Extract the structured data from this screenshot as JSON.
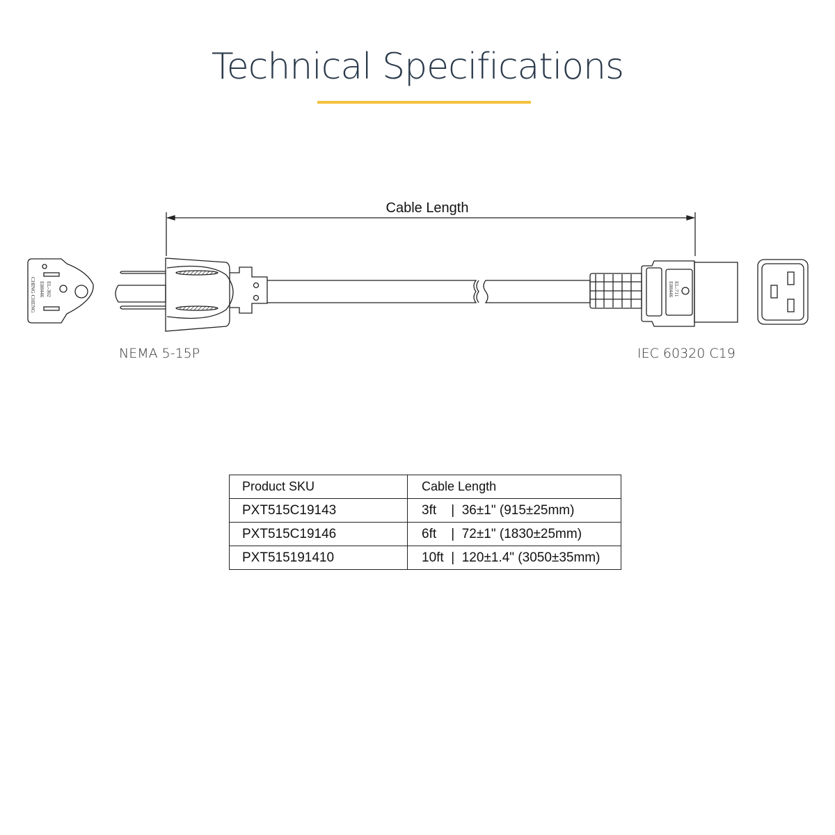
{
  "title": "Technical Specifications",
  "colors": {
    "accent": "#f5c13c",
    "title": "#2b3a4b"
  },
  "diagram": {
    "dimension_label": "Cable Length",
    "left_connector": "NEMA 5-15P",
    "right_connector": "IEC 60320 C19",
    "plug_markings": {
      "model": "EL-302",
      "file": "E88446",
      "brand": "CHING CHENG"
    },
    "connector_markings": {
      "model": "EL-711",
      "file": "E88446"
    }
  },
  "table": {
    "headers": [
      "Product SKU",
      "Cable Length"
    ],
    "rows": [
      {
        "sku": "PXT515C19143",
        "length": "3ft    |  36±1\" (915±25mm)"
      },
      {
        "sku": "PXT515C19146",
        "length": "6ft    |  72±1\" (1830±25mm)"
      },
      {
        "sku": "PXT515191410",
        "length": "10ft  |  120±1.4\" (3050±35mm)"
      }
    ]
  }
}
